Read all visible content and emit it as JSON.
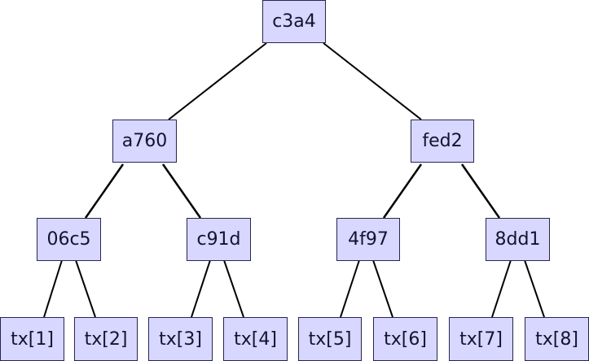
{
  "title": "Merkle tree",
  "colors": {
    "node_fill": "#d7d7ff",
    "node_border": "#262650",
    "edge": "#000000",
    "text": "#131330"
  },
  "nodes": {
    "root": {
      "label": "c3a4"
    },
    "l1": [
      {
        "label": "a760"
      },
      {
        "label": "fed2"
      }
    ],
    "l2": [
      {
        "label": "06c5"
      },
      {
        "label": "c91d"
      },
      {
        "label": "4f97"
      },
      {
        "label": "8dd1"
      }
    ],
    "leaves": [
      {
        "label": "tx[1]"
      },
      {
        "label": "tx[2]"
      },
      {
        "label": "tx[3]"
      },
      {
        "label": "tx[4]"
      },
      {
        "label": "tx[5]"
      },
      {
        "label": "tx[6]"
      },
      {
        "label": "tx[7]"
      },
      {
        "label": "tx[8]"
      }
    ]
  }
}
